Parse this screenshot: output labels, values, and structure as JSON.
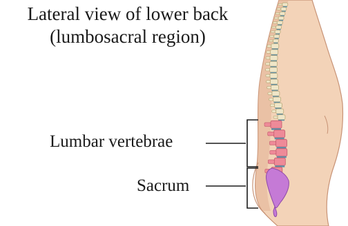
{
  "diagram": {
    "title_line_1": "Lateral view of lower back",
    "title_line_2": "(lumbosacral region)",
    "labels": {
      "lumbar": "Lumbar vertebrae",
      "sacrum": "Sacrum"
    },
    "colors": {
      "skin": "#f3d3b8",
      "skin_shadow": "#e2b396",
      "skin_outline": "#c79275",
      "vertebra": "#efe6c8",
      "vertebra_outline": "#b9a878",
      "disc": "#5f90a8",
      "lumbar_highlight": "#ee8a98",
      "sacrum_highlight": "#c57ad6",
      "leader_line": "#1a1a1a"
    }
  }
}
